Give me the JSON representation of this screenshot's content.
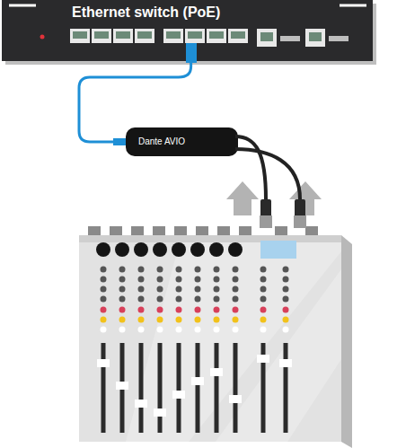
{
  "diagram": {
    "nodes": [
      {
        "text": [
          "Ethernet switch (PoE)"
        ]
      },
      {
        "text": [
          "Dante AVIO"
        ]
      }
    ],
    "edges": [
      {
        "from": 0,
        "to": 1,
        "arrow": "none"
      }
    ]
  }
}
